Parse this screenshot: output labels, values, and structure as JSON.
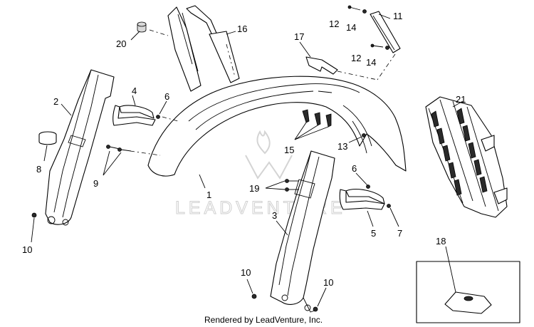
{
  "callouts": {
    "c1": "1",
    "c2": "2",
    "c3": "3",
    "c4": "4",
    "c5": "5",
    "c6a": "6",
    "c6b": "6",
    "c7": "7",
    "c8": "8",
    "c9": "9",
    "c10a": "10",
    "c10b": "10",
    "c10c": "10",
    "c11": "11",
    "c12a": "12",
    "c12b": "12",
    "c13": "13",
    "c14a": "14",
    "c14b": "14",
    "c15": "15",
    "c16": "16",
    "c17": "17",
    "c18": "18",
    "c19": "19",
    "c20": "20",
    "c21": "21"
  },
  "watermark": {
    "text": "LEADVENTURE"
  },
  "footer": {
    "credit": "Rendered by LeadVenture, Inc."
  }
}
